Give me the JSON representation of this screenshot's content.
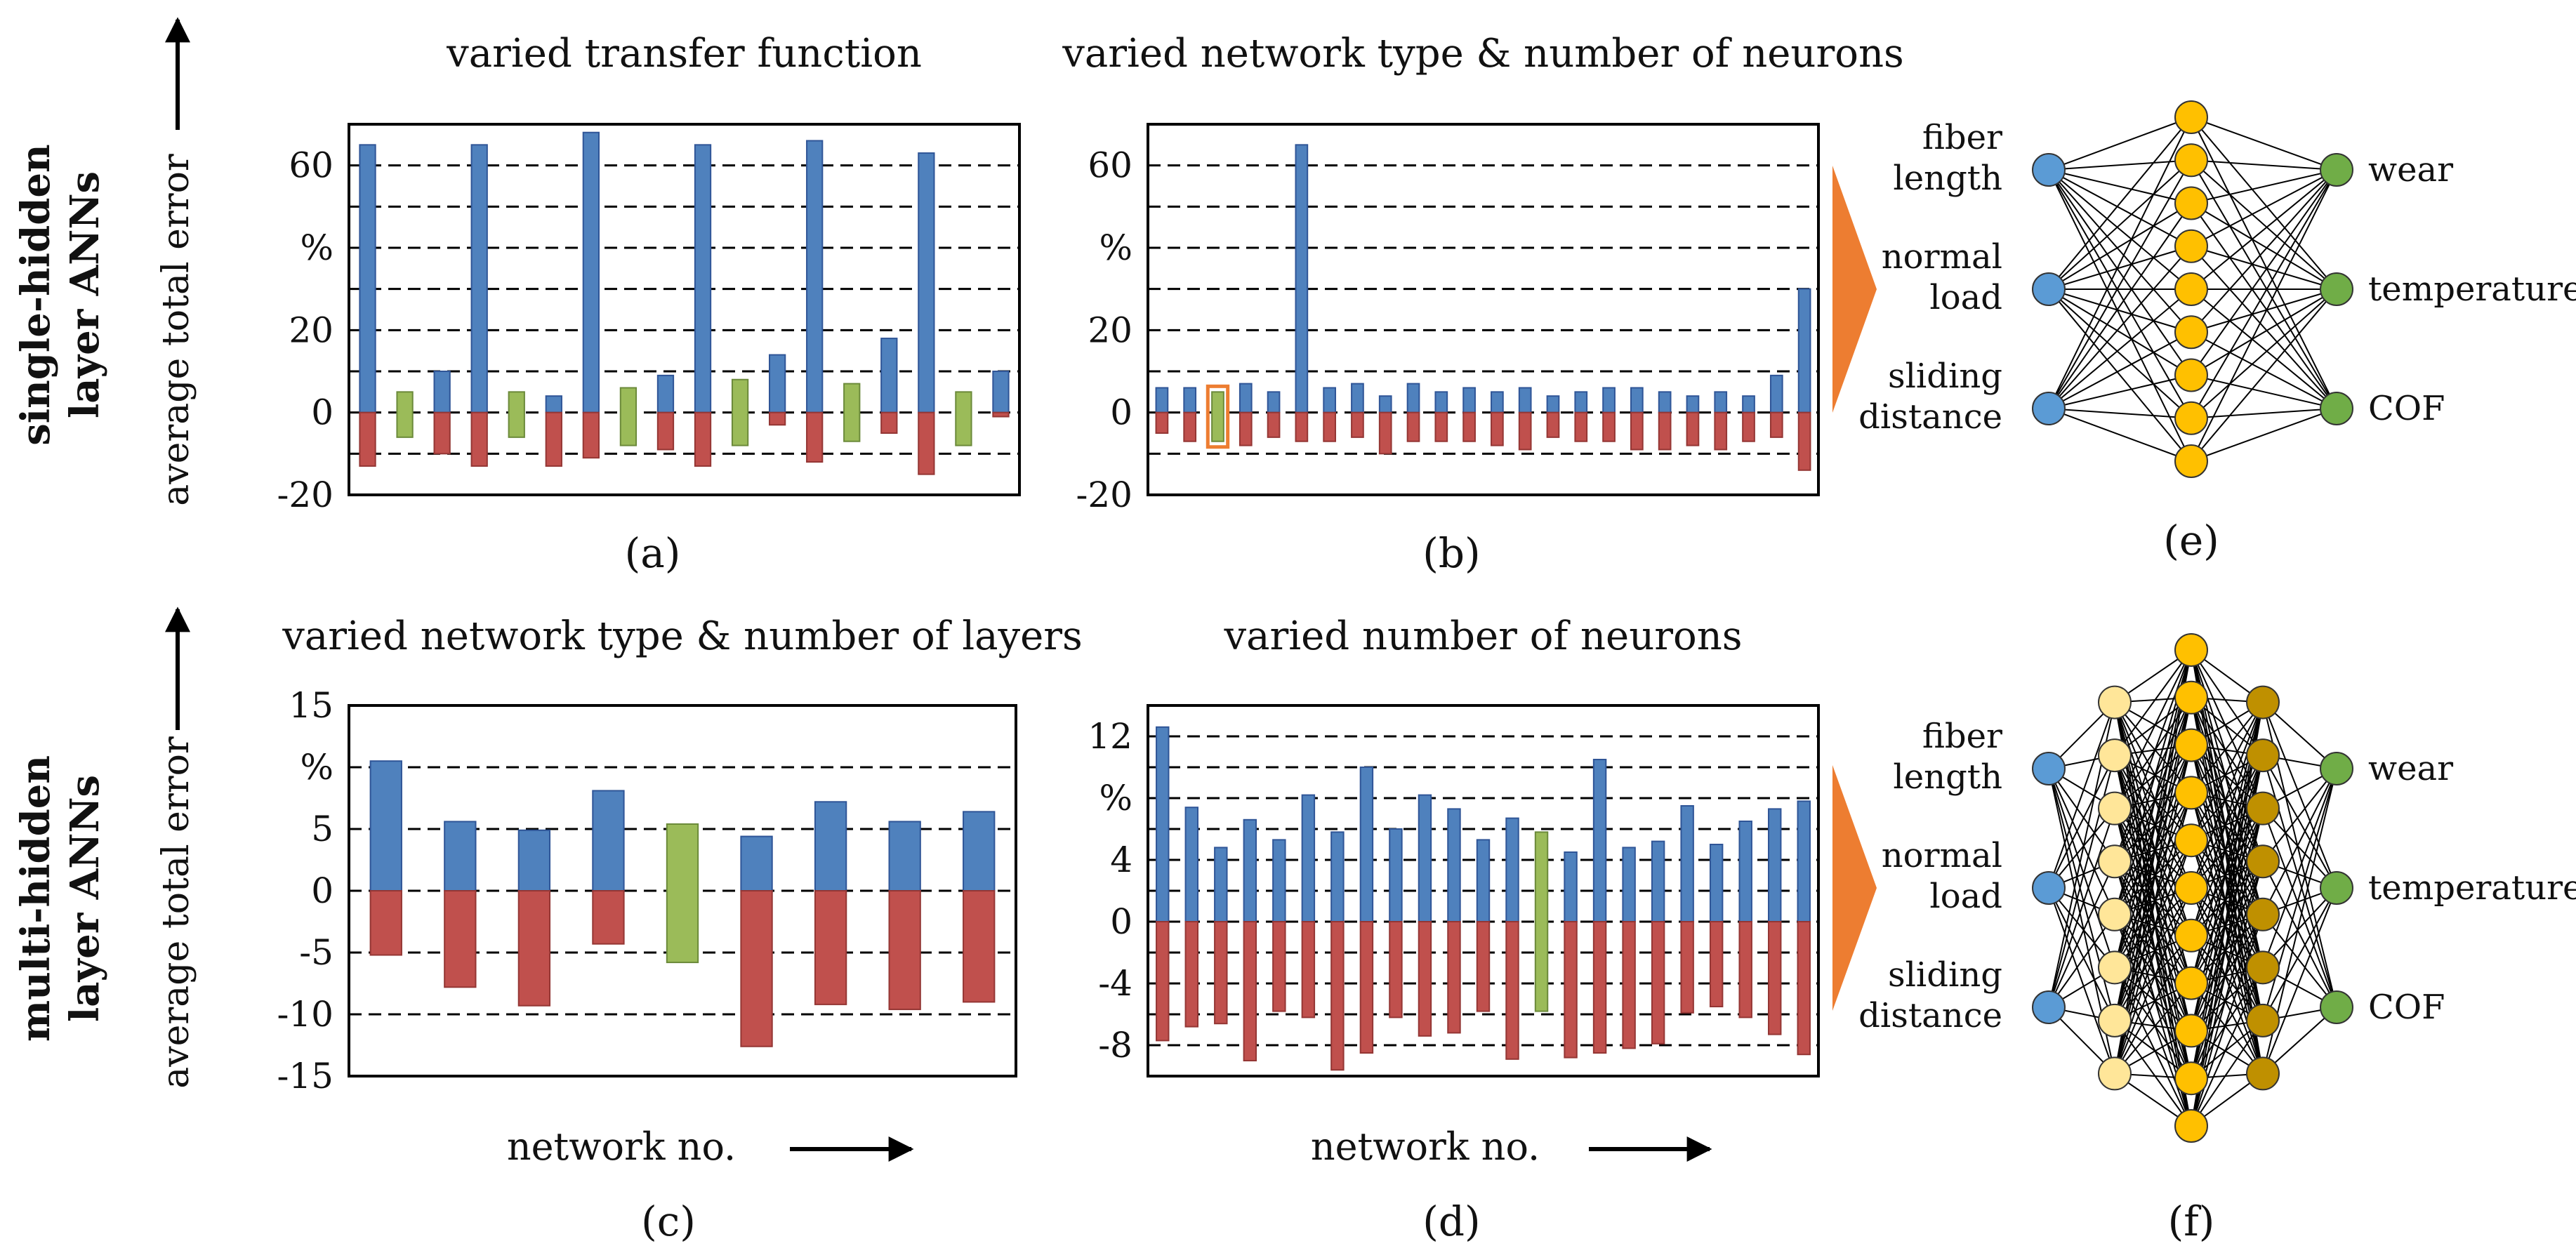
{
  "row_labels": {
    "top": [
      "single-hidden",
      "layer ANNs"
    ],
    "bottom": [
      "multi-hidden",
      "layer ANNs"
    ]
  },
  "y_axis_label": "average total error",
  "x_axis_label": "network no.",
  "colors": {
    "positive": "#4f81bd",
    "negative": "#c0504d",
    "selected": "#9bbb59",
    "highlight_box": "#ed7d31",
    "arrow": "#ed7d31",
    "input_node": "#5b9bd5",
    "hidden_node": "#ffc000",
    "hidden_node_light": "#ffe699",
    "hidden_node_dark": "#bf9000",
    "output_node": "#70ad47"
  },
  "chart_data": [
    {
      "id": "a",
      "panel_label": "(a)",
      "type": "bar",
      "title": "varied transfer function",
      "ylim": [
        -20,
        70
      ],
      "ytick_values": [
        -20,
        0,
        20,
        60
      ],
      "ytick_labels": [
        "-20",
        "0",
        "20",
        "60"
      ],
      "unit_label": "%",
      "unit_at": 40,
      "grid": "dashed",
      "grid_lines": [
        -10,
        0,
        10,
        20,
        30,
        40,
        50,
        60
      ],
      "groups": [
        {
          "upper": 65,
          "lower": -13
        },
        {
          "selected": [
            -6,
            5
          ]
        },
        {
          "upper": 10,
          "lower": -10
        },
        {
          "upper": 65,
          "lower": -13
        },
        {
          "selected": [
            -6,
            5
          ]
        },
        {
          "upper": 4,
          "lower": -13
        },
        {
          "upper": 68,
          "lower": -11
        },
        {
          "selected": [
            -8,
            6
          ]
        },
        {
          "upper": 9,
          "lower": -9
        },
        {
          "upper": 65,
          "lower": -13
        },
        {
          "selected": [
            -8,
            8
          ]
        },
        {
          "upper": 14,
          "lower": -3
        },
        {
          "upper": 66,
          "lower": -12
        },
        {
          "selected": [
            -7,
            7
          ]
        },
        {
          "upper": 18,
          "lower": -5
        },
        {
          "upper": 63,
          "lower": -15
        },
        {
          "selected": [
            -8,
            5
          ]
        },
        {
          "upper": 10,
          "lower": -1
        }
      ]
    },
    {
      "id": "b",
      "panel_label": "(b)",
      "type": "bar",
      "title": "varied network type & number of neurons",
      "ylim": [
        -20,
        70
      ],
      "ytick_values": [
        -20,
        0,
        20,
        60
      ],
      "ytick_labels": [
        "-20",
        "0",
        "20",
        "60"
      ],
      "unit_label": "%",
      "unit_at": 40,
      "grid": "dashed",
      "grid_lines": [
        -10,
        0,
        10,
        20,
        30,
        40,
        50,
        60
      ],
      "highlight_index": 2,
      "groups": [
        {
          "upper": 6,
          "lower": -5
        },
        {
          "upper": 6,
          "lower": -7
        },
        {
          "selected": [
            -7,
            5
          ]
        },
        {
          "upper": 7,
          "lower": -8
        },
        {
          "upper": 5,
          "lower": -6
        },
        {
          "upper": 65,
          "lower": -7
        },
        {
          "upper": 6,
          "lower": -7
        },
        {
          "upper": 7,
          "lower": -6
        },
        {
          "upper": 4,
          "lower": -10
        },
        {
          "upper": 7,
          "lower": -7
        },
        {
          "upper": 5,
          "lower": -7
        },
        {
          "upper": 6,
          "lower": -7
        },
        {
          "upper": 5,
          "lower": -8
        },
        {
          "upper": 6,
          "lower": -9
        },
        {
          "upper": 4,
          "lower": -6
        },
        {
          "upper": 5,
          "lower": -7
        },
        {
          "upper": 6,
          "lower": -7
        },
        {
          "upper": 6,
          "lower": -9
        },
        {
          "upper": 5,
          "lower": -9
        },
        {
          "upper": 4,
          "lower": -8
        },
        {
          "upper": 5,
          "lower": -9
        },
        {
          "upper": 4,
          "lower": -7
        },
        {
          "upper": 9,
          "lower": -6
        },
        {
          "upper": 30,
          "lower": -14
        }
      ]
    },
    {
      "id": "c",
      "panel_label": "(c)",
      "type": "bar",
      "title": "varied network type & number of layers",
      "ylim": [
        -15,
        15
      ],
      "ytick_values": [
        -15,
        -10,
        -5,
        0,
        5,
        15
      ],
      "ytick_labels": [
        "-15",
        "-10",
        "-5",
        "0",
        "5",
        "15"
      ],
      "unit_label": "%",
      "unit_at": 10,
      "grid": "dashed",
      "grid_lines": [
        -10,
        -5,
        0,
        5,
        10
      ],
      "groups": [
        {
          "upper": 10.5,
          "lower": -5.2
        },
        {
          "upper": 5.6,
          "lower": -7.8
        },
        {
          "upper": 4.9,
          "lower": -9.3
        },
        {
          "upper": 8.1,
          "lower": -4.3
        },
        {
          "selected": [
            -5.8,
            5.4
          ]
        },
        {
          "upper": 4.4,
          "lower": -12.6
        },
        {
          "upper": 7.2,
          "lower": -9.2
        },
        {
          "upper": 5.6,
          "lower": -9.6
        },
        {
          "upper": 6.4,
          "lower": -9
        }
      ]
    },
    {
      "id": "d",
      "panel_label": "(d)",
      "type": "bar",
      "title": "varied number of neurons",
      "ylim": [
        -10,
        14
      ],
      "ytick_values": [
        -8,
        -4,
        0,
        4,
        12
      ],
      "ytick_labels": [
        "-8",
        "-4",
        "0",
        "4",
        "12"
      ],
      "unit_label": "%",
      "unit_at": 8,
      "grid": "dashed",
      "grid_lines": [
        -8,
        -6,
        -4,
        -2,
        0,
        2,
        4,
        6,
        8,
        10,
        12
      ],
      "highlight_index": 14,
      "groups": [
        {
          "upper": 12.6,
          "lower": -7.7
        },
        {
          "upper": 7.4,
          "lower": -6.8
        },
        {
          "upper": 4.8,
          "lower": -6.6
        },
        {
          "upper": 6.6,
          "lower": -9
        },
        {
          "upper": 5.3,
          "lower": -5.8
        },
        {
          "upper": 8.2,
          "lower": -6.2
        },
        {
          "upper": 5.8,
          "lower": -9.6
        },
        {
          "upper": 10,
          "lower": -8.5
        },
        {
          "upper": 6,
          "lower": -6.2
        },
        {
          "upper": 8.2,
          "lower": -7.4
        },
        {
          "upper": 7.3,
          "lower": -7.2
        },
        {
          "upper": 5.3,
          "lower": -5.8
        },
        {
          "upper": 6.7,
          "lower": -8.9
        },
        {
          "selected": [
            -5.8,
            5.8
          ]
        },
        {
          "upper": 4.5,
          "lower": -8.8
        },
        {
          "upper": 10.5,
          "lower": -8.5
        },
        {
          "upper": 4.8,
          "lower": -8.2
        },
        {
          "upper": 5.2,
          "lower": -7.9
        },
        {
          "upper": 7.5,
          "lower": -5.9
        },
        {
          "upper": 5,
          "lower": -5.5
        },
        {
          "upper": 6.5,
          "lower": -6.2
        },
        {
          "upper": 7.3,
          "lower": -7.3
        },
        {
          "upper": 7.8,
          "lower": -8.6
        }
      ]
    }
  ],
  "networks": [
    {
      "id": "e",
      "panel_label": "(e)",
      "inputs": [
        [
          "fiber",
          "length"
        ],
        [
          "normal",
          "load"
        ],
        [
          "sliding",
          "distance"
        ]
      ],
      "outputs": [
        "wear",
        "temperature",
        "COF"
      ],
      "hidden_layers": [
        {
          "nodes": 9,
          "shade": "hidden_node"
        }
      ]
    },
    {
      "id": "f",
      "panel_label": "(f)",
      "inputs": [
        [
          "fiber",
          "length"
        ],
        [
          "normal",
          "load"
        ],
        [
          "sliding",
          "distance"
        ]
      ],
      "outputs": [
        "wear",
        "temperature",
        "COF"
      ],
      "hidden_layers": [
        {
          "nodes": 8,
          "shade": "hidden_node_light"
        },
        {
          "nodes": 11,
          "shade": "hidden_node"
        },
        {
          "nodes": 8,
          "shade": "hidden_node_dark"
        }
      ]
    }
  ]
}
